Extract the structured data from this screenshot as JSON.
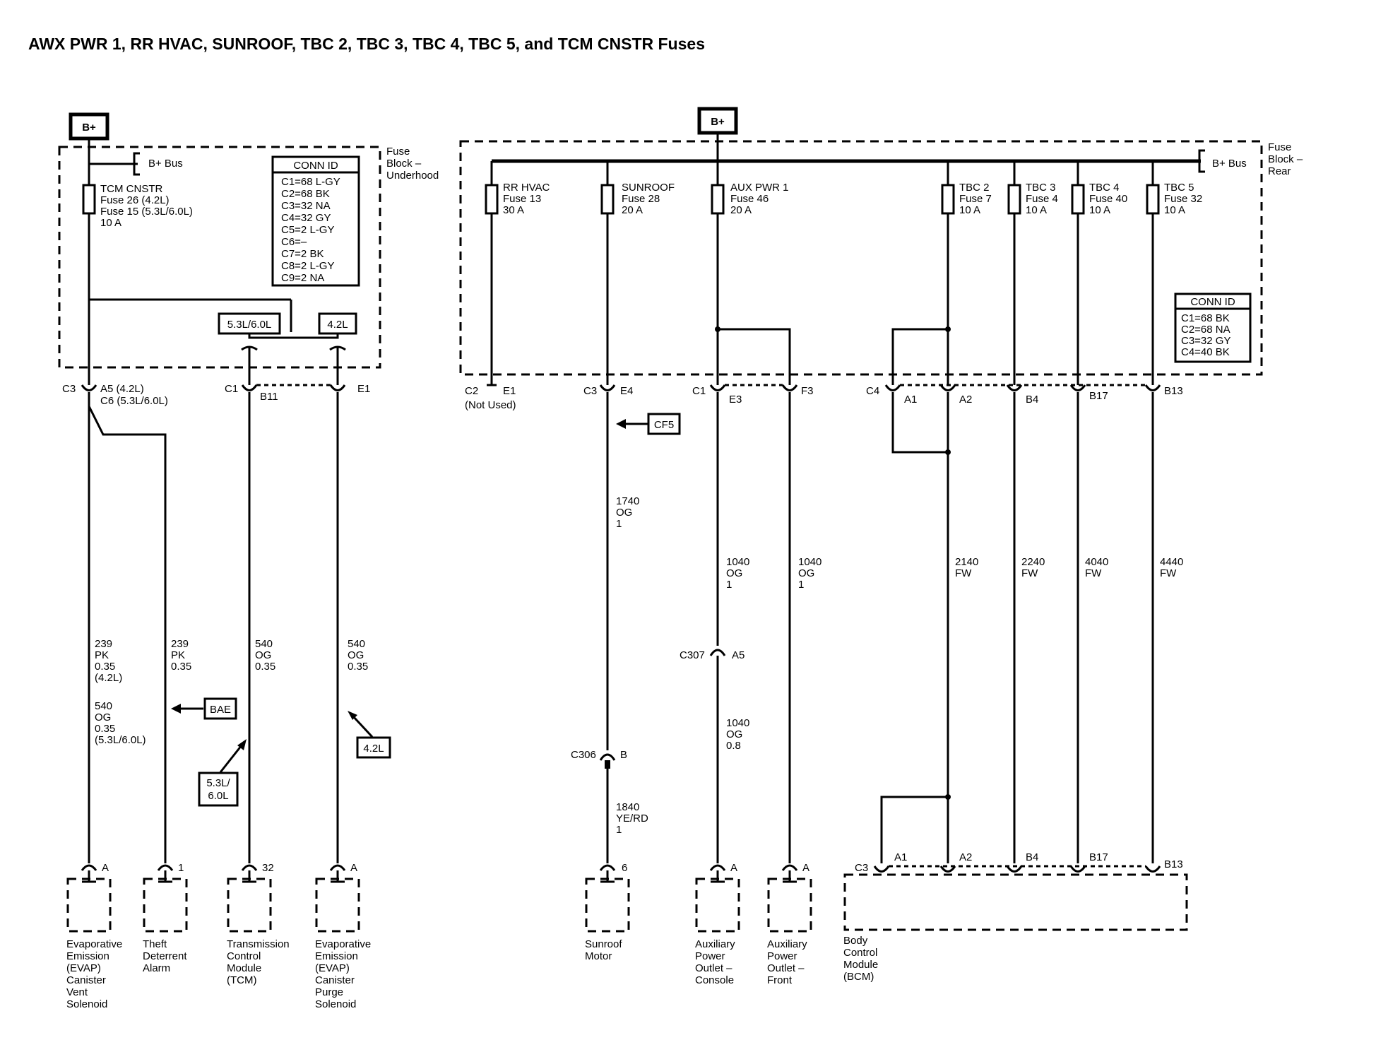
{
  "title": "AWX PWR 1, RR HVAC, SUNROOF, TBC 2, TBC 3, TBC 4, TBC 5, and TCM CNSTR Fuses",
  "power": {
    "left": "B+",
    "right": "B+"
  },
  "left_block": {
    "label": [
      "Fuse",
      "Block –",
      "Underhood"
    ],
    "bus": "B+ Bus",
    "fuse": [
      "TCM CNSTR",
      "Fuse 26 (4.2L)",
      "Fuse 15 (5.3L/6.0L)",
      "10 A"
    ],
    "conn_id": {
      "header": "CONN ID",
      "rows": [
        "C1=68 L-GY",
        "C2=68 BK",
        "C3=32 NA",
        "C4=32 GY",
        "C5=2 L-GY",
        "C6=–",
        "C7=2 BK",
        "C8=2 L-GY",
        "C9=2 NA"
      ]
    },
    "option_a": "5.3L/6.0L",
    "option_b": "4.2L"
  },
  "right_block": {
    "label": [
      "Fuse",
      "Block –",
      "Rear"
    ],
    "bus": "B+ Bus",
    "conn_id": {
      "header": "CONN ID",
      "rows": [
        "C1=68 BK",
        "C2=68 NA",
        "C3=32 GY",
        "C4=40 BK"
      ]
    },
    "fuses": [
      [
        "RR HVAC",
        "Fuse 13",
        "30 A"
      ],
      [
        "SUNROOF",
        "Fuse 28",
        "20 A"
      ],
      [
        "AUX PWR 1",
        "Fuse 46",
        "20 A"
      ],
      [
        "TBC 2",
        "Fuse 7",
        "10 A"
      ],
      [
        "TBC 3",
        "Fuse 4",
        "10 A"
      ],
      [
        "TBC 4",
        "Fuse 40",
        "10 A"
      ],
      [
        "TBC 5",
        "Fuse 32",
        "10 A"
      ]
    ]
  },
  "connectors": {
    "c3_left": "C3",
    "a5": "A5 (4.2L)",
    "c6": "C6 (5.3L/6.0L)",
    "c1_left": "C1",
    "b11": "B11",
    "e1_left": "E1",
    "c2": "C2",
    "e1_right": "E1",
    "not_used": "(Not Used)",
    "c3_sun": "C3",
    "e4": "E4",
    "c1_right": "C1",
    "e3": "E3",
    "f3": "F3",
    "c4": "C4",
    "a1": "A1",
    "a2": "A2",
    "b4": "B4",
    "b17": "B17",
    "b13": "B13",
    "c307": "C307",
    "c307_pin": "A5",
    "c306": "C306",
    "c306_pin": "B"
  },
  "wires": {
    "w1": [
      "239",
      "PK",
      "0.35",
      "(4.2L)"
    ],
    "w1b": [
      "540",
      "OG",
      "0.35",
      "(5.3L/6.0L)"
    ],
    "w2": [
      "239",
      "PK",
      "0.35"
    ],
    "w3": [
      "540",
      "OG",
      "0.35"
    ],
    "w4": [
      "540",
      "OG",
      "0.35"
    ],
    "sun1": [
      "1740",
      "OG",
      "1"
    ],
    "sun2": [
      "1840",
      "YE/RD",
      "1"
    ],
    "aux_c1": [
      "1040",
      "OG",
      "1"
    ],
    "aux_c2": [
      "1040",
      "OG",
      "0.8"
    ],
    "aux_f": [
      "1040",
      "OG",
      "1"
    ],
    "tbc2": [
      "2140",
      "FW"
    ],
    "tbc3": [
      "2240",
      "FW"
    ],
    "tbc4": [
      "4040",
      "FW"
    ],
    "tbc5": [
      "4440",
      "FW"
    ]
  },
  "refs": {
    "bae": "BAE",
    "cf5": "CF5",
    "opt_53": [
      "5.3L/",
      "6.0L"
    ],
    "opt_42": "4.2L"
  },
  "pins": {
    "evap_vent": "A",
    "theft": "1",
    "tcm": "32",
    "evap_purge": "A",
    "sunroof": "6",
    "aux_console": "A",
    "aux_front": "A",
    "bcm_conn": "C3",
    "bcm_a1": "A1",
    "bcm_a2": "A2",
    "bcm_b4": "B4",
    "bcm_b17": "B17",
    "bcm_b13": "B13"
  },
  "components": {
    "evap_vent": [
      "Evaporative",
      "Emission",
      "(EVAP)",
      "Canister",
      "Vent",
      "Solenoid"
    ],
    "theft": [
      "Theft",
      "Deterrent",
      "Alarm"
    ],
    "tcm": [
      "Transmission",
      "Control",
      "Module",
      "(TCM)"
    ],
    "evap_purge": [
      "Evaporative",
      "Emission",
      "(EVAP)",
      "Canister",
      "Purge",
      "Solenoid"
    ],
    "sunroof": [
      "Sunroof",
      "Motor"
    ],
    "aux_console": [
      "Auxiliary",
      "Power",
      "Outlet –",
      "Console"
    ],
    "aux_front": [
      "Auxiliary",
      "Power",
      "Outlet –",
      "Front"
    ],
    "bcm": [
      "Body",
      "Control",
      "Module",
      "(BCM)"
    ]
  }
}
